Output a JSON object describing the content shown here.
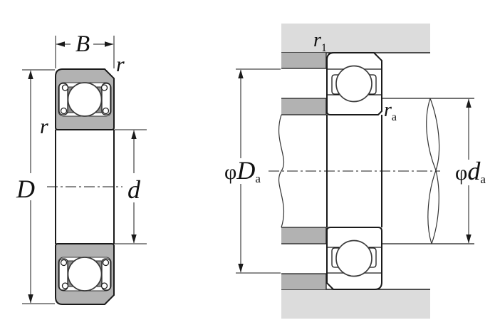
{
  "diagram": {
    "type": "technical-drawing",
    "subject": "deep groove ball bearing — boundary and mounting dimensions"
  },
  "colors": {
    "background": "#ffffff",
    "metal_gray": "#b2b2b2",
    "housing_gray": "#dcdcdc",
    "recess_gray": "#8f8f8f",
    "line_color": "#1a1a1a",
    "ball_stroke": "#3a3a3a"
  },
  "front_view": {
    "labels": {
      "width": "B",
      "outer_diameter": "D",
      "bore_diameter": "d",
      "outer_chamfer": "r",
      "inner_chamfer": "r"
    }
  },
  "mounted_view": {
    "labels": {
      "housing_fillet": {
        "base": "r",
        "sub": "1"
      },
      "shaft_fillet": {
        "base": "r",
        "sub": "a"
      },
      "housing_abutment_diameter": {
        "prefix": "φ",
        "base": "D",
        "sub": "a"
      },
      "shaft_abutment_diameter": {
        "prefix": "φ",
        "base": "d",
        "sub": "a"
      }
    }
  }
}
